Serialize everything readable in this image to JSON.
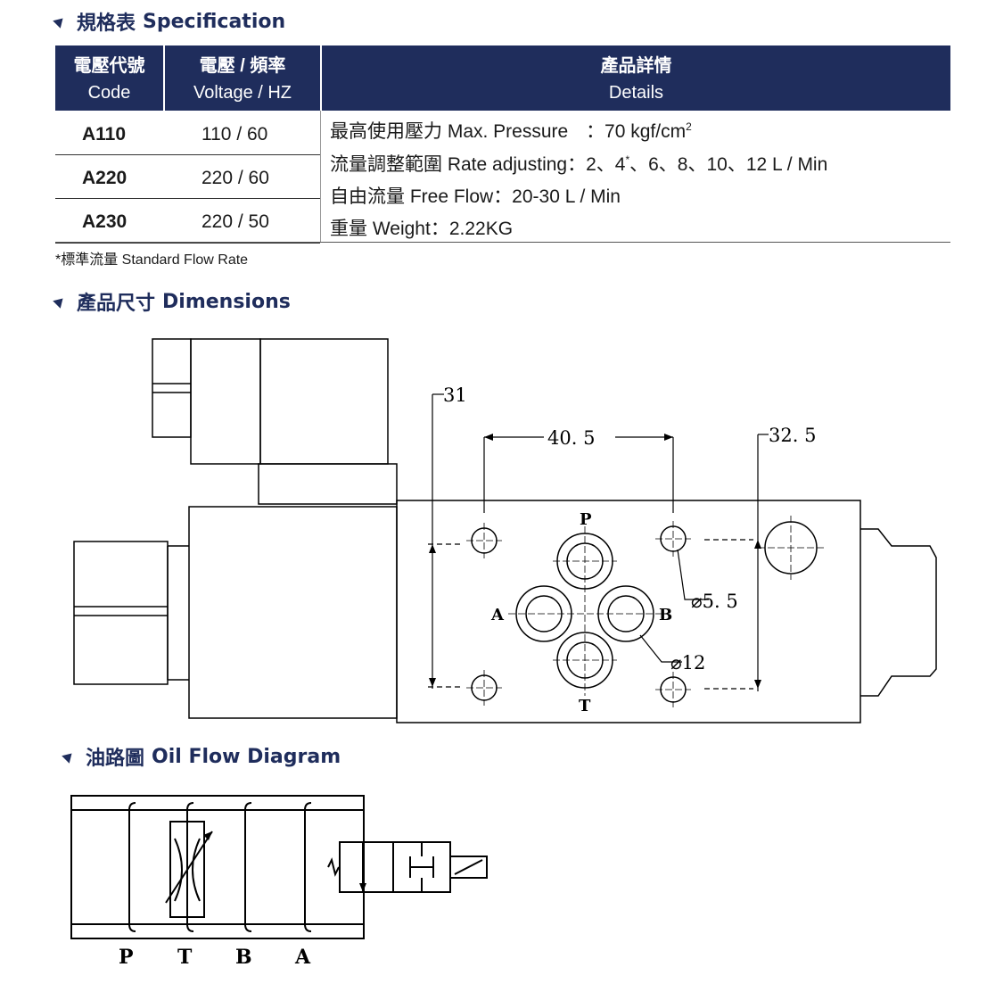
{
  "spec_section": {
    "title_zh": "規格表",
    "title_en": "Specification"
  },
  "table": {
    "headers": [
      {
        "zh": "電壓代號",
        "en": "Code"
      },
      {
        "zh": "電壓 / 頻率",
        "en": "Voltage / HZ"
      },
      {
        "zh": "產品詳情",
        "en": "Details"
      }
    ],
    "rows": [
      {
        "code": "A110",
        "voltage": "110 / 60"
      },
      {
        "code": "A220",
        "voltage": "220 / 60"
      },
      {
        "code": "A230",
        "voltage": "220 / 50"
      }
    ],
    "details": [
      {
        "label": "最高使用壓力  Max. Pressure",
        "value": "：70 kgf/cm",
        "sup": "2",
        "tail": ""
      },
      {
        "label": "流量調整範圍  Rate adjusting",
        "value": "：2、4",
        "sup": "*",
        "tail": "、6、8、10、12 L / Min"
      },
      {
        "label": "自由流量  Free Flow",
        "value": "：20-30 L / Min",
        "sup": "",
        "tail": ""
      },
      {
        "label": "重量  Weight",
        "value": "：2.22KG",
        "sup": "",
        "tail": ""
      }
    ]
  },
  "footnote": "*標準流量 Standard Flow Rate",
  "dim_section": {
    "title_zh": "產品尺寸",
    "title_en": "Dimensions"
  },
  "dimensions": {
    "d31": "31",
    "d40_5": "40. 5",
    "d32_5": "32. 5",
    "port_p": "P",
    "port_a": "A",
    "port_b": "B",
    "port_t": "T",
    "hole_small": "⌀5. 5",
    "hole_large": "⌀12"
  },
  "oil_section": {
    "title_zh": "油路圖",
    "title_en": "Oil Flow Diagram"
  },
  "oil_ports": [
    "P",
    "T",
    "B",
    "A"
  ],
  "colors": {
    "accent": "#1f2d5c"
  }
}
